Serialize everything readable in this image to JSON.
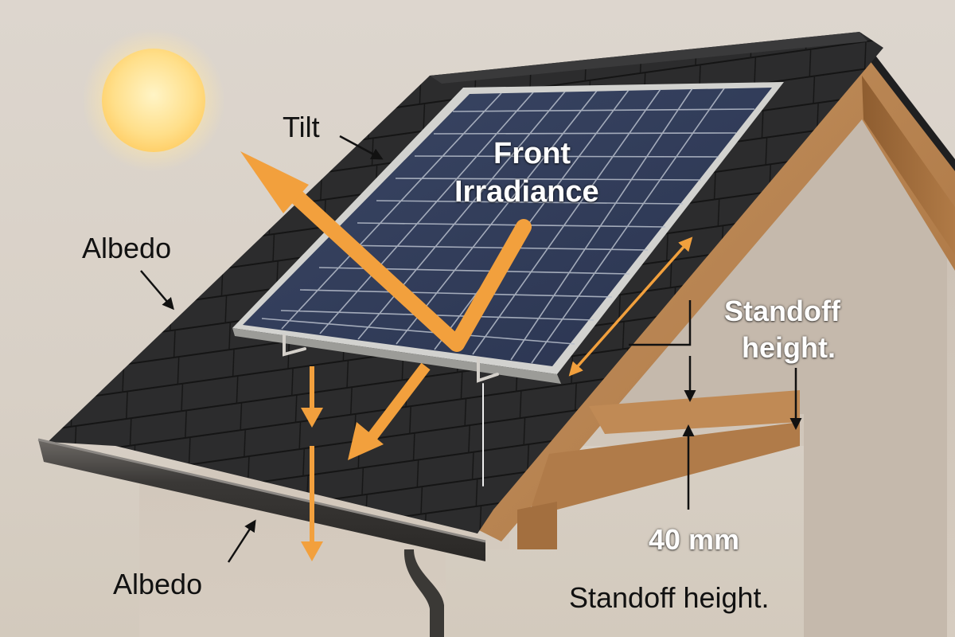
{
  "diagram": {
    "subject": "Rooftop solar panel mounted on standoff brackets above asphalt shingle roof",
    "labels": {
      "tilt": "Tilt",
      "front_irradiance_line1": "Front",
      "front_irradiance_line2": "Irradiance",
      "albedo_upper": "Albedo",
      "albedo_lower": "Albedo",
      "standoff_height_upper_line1": "Standoff",
      "standoff_height_upper_line2": "height.",
      "standoff_measurement": "40 mm",
      "standoff_height_lower": "Standoff height."
    },
    "colors": {
      "background": "#dcd5cc",
      "sun": "#ffd978",
      "arrow_accent": "#f2a03d",
      "panel_cell": "#2f3a55",
      "panel_frame": "#c9c9c6",
      "shingle": "#2a2a2b",
      "timber": "#b98452",
      "wall": "#c9beb2",
      "annotation_line": "#111111"
    },
    "elements": [
      "sun",
      "solar-panel",
      "mounting-brackets",
      "shingle-roof",
      "gutter",
      "downspout",
      "rafter",
      "ceiling-joist",
      "reflected-light-arrow",
      "albedo-arrows",
      "panel-gap-double-arrow",
      "standoff-dimension-arrows"
    ]
  }
}
